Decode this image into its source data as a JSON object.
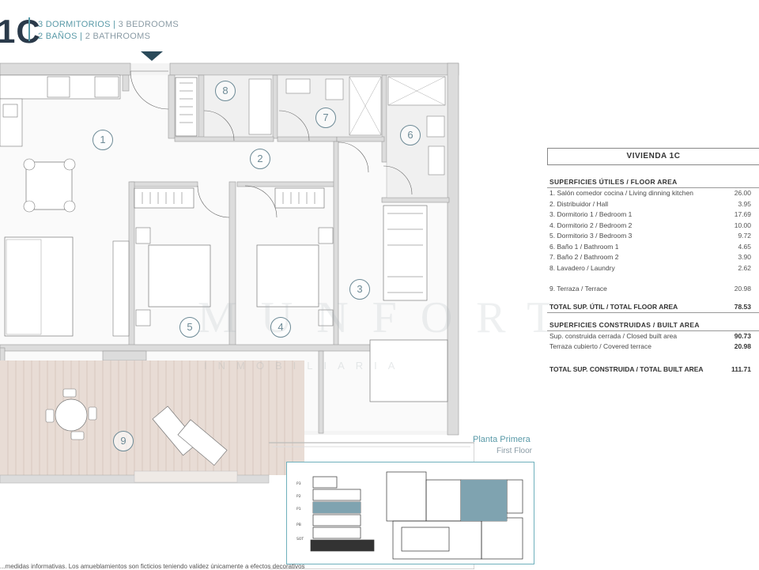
{
  "header": {
    "unit_code": "1C",
    "line1_es": "3 DORMITORIOS",
    "line1_en": "3 BEDROOMS",
    "line2_es": "2 BAÑOS",
    "line2_en": "2 BATHROOMS",
    "separator": "|"
  },
  "plan": {
    "room_numbers": [
      "1",
      "2",
      "3",
      "4",
      "5",
      "6",
      "7",
      "8",
      "9"
    ],
    "floor_label_es": "Planta Primera",
    "floor_label_en": "First Floor",
    "watermark": "MUNFORT",
    "watermark_sub": "INMOBILIARIA",
    "keyplan_levels": [
      "P3",
      "P2",
      "P1",
      "PB",
      "SOT"
    ],
    "accent_color": "#6d8a96",
    "highlight_color": "#7fa3b0"
  },
  "areas": {
    "title": "VIVIENDA 1C",
    "useful_header": "SUPERFICIES ÚTILES / FLOOR AREA",
    "useful_rows": [
      {
        "label": "1. Salón comedor cocina / Living dinning kitchen",
        "value": "26.00"
      },
      {
        "label": "2. Distribuidor / Hall",
        "value": "3.95"
      },
      {
        "label": "3. Dormitorio 1 / Bedroom 1",
        "value": "17.69"
      },
      {
        "label": "4. Dormitorio 2 / Bedroom 2",
        "value": "10.00"
      },
      {
        "label": "5. Dormitorio 3 / Bedroom 3",
        "value": "9.72"
      },
      {
        "label": "6. Baño 1 / Bathroom 1",
        "value": "4.65"
      },
      {
        "label": "7. Baño 2 / Bathroom 2",
        "value": "3.90"
      },
      {
        "label": "8. Lavadero / Laundry",
        "value": "2.62"
      }
    ],
    "terrace_row": {
      "label": "9. Terraza / Terrace",
      "value": "20.98"
    },
    "total_useful": {
      "label": "TOTAL SUP. ÚTIL / TOTAL FLOOR AREA",
      "value": "78.53"
    },
    "built_header": "SUPERFICIES CONSTRUIDAS / BUILT AREA",
    "built_rows": [
      {
        "label": "Sup. construida cerrada / Closed built area",
        "value": "90.73"
      },
      {
        "label": "Terraza cubierto / Covered terrace",
        "value": "20.98"
      }
    ],
    "total_built": {
      "label": "TOTAL SUP. CONSTRUIDA / TOTAL BUILT AREA",
      "value": "111.71"
    }
  },
  "footnote": "...medidas informativas. Los amueblamientos son ficticios teniendo validez únicamente a efectos decorativos"
}
